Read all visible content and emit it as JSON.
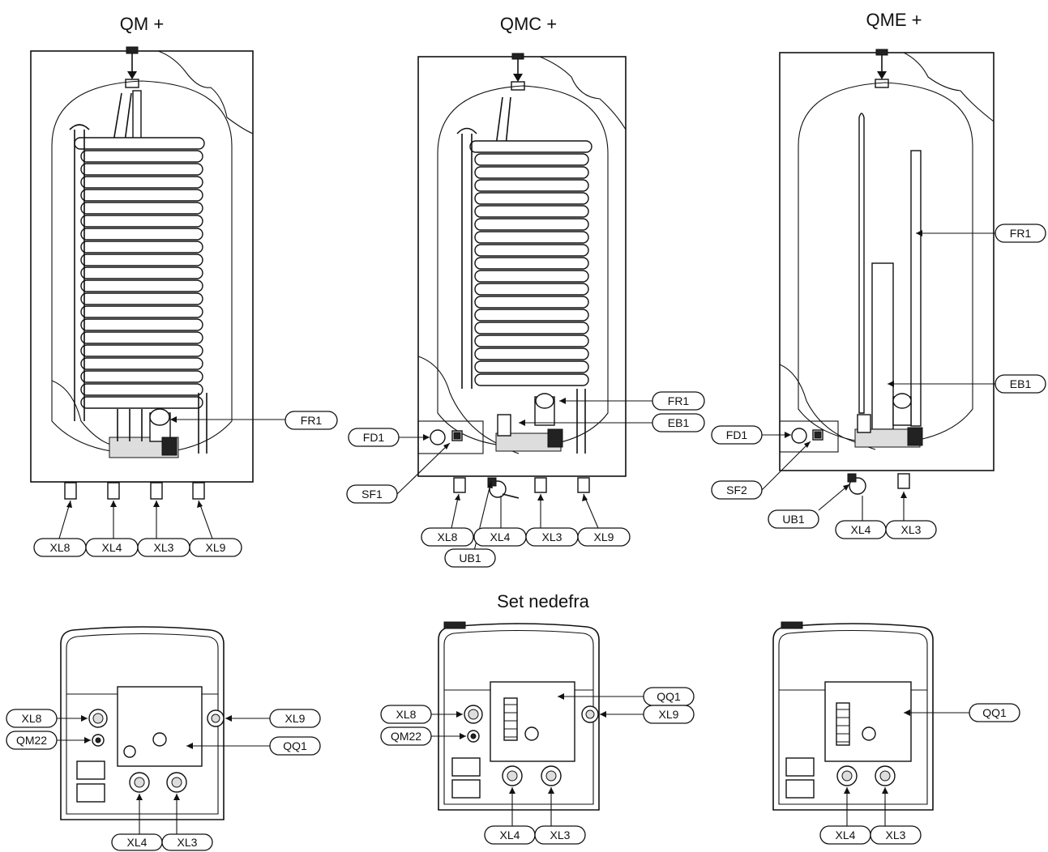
{
  "titles": {
    "qm": "QM +",
    "qmc": "QMC +",
    "qme": "QME +",
    "bottom": "Set nedefra"
  },
  "labels": {
    "qm": {
      "fr1": "FR1",
      "xl8": "XL8",
      "xl4": "XL4",
      "xl3": "XL3",
      "xl9": "XL9"
    },
    "qmc": {
      "fd1": "FD1",
      "sf1": "SF1",
      "fr1": "FR1",
      "eb1": "EB1",
      "xl8": "XL8",
      "xl4": "XL4",
      "xl3": "XL3",
      "xl9": "XL9",
      "ub1": "UB1"
    },
    "qme": {
      "fr1": "FR1",
      "eb1": "EB1",
      "fd1": "FD1",
      "sf2": "SF2",
      "ub1": "UB1",
      "xl4": "XL4",
      "xl3": "XL3"
    },
    "bottom1": {
      "xl8": "XL8",
      "qm22": "QM22",
      "xl9": "XL9",
      "qq1": "QQ1",
      "xl4": "XL4",
      "xl3": "XL3"
    },
    "bottom2": {
      "qq1": "QQ1",
      "xl8": "XL8",
      "xl9": "XL9",
      "qm22": "QM22",
      "xl4": "XL4",
      "xl3": "XL3"
    },
    "bottom3": {
      "qq1": "QQ1",
      "xl4": "XL4",
      "xl3": "XL3"
    }
  }
}
